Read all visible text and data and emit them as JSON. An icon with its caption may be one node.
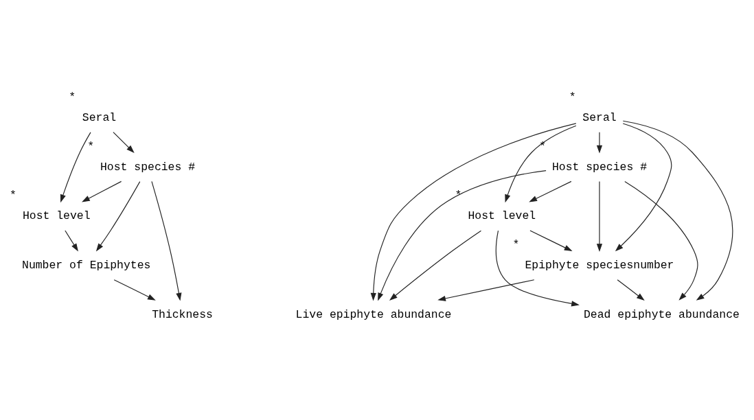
{
  "diagram": {
    "nodes": [
      {
        "text": [
          "Seral"
        ],
        "beside": [
          "*"
        ]
      },
      {
        "text": [
          "Host species #"
        ],
        "beside": [
          "*"
        ]
      },
      {
        "text": [
          "Host level"
        ],
        "beside": [
          "*"
        ]
      },
      {
        "text": [
          "Number of Epiphytes"
        ]
      },
      {
        "text": [
          "Thickness"
        ]
      },
      {
        "text": [
          "Seral"
        ],
        "beside": [
          "*"
        ]
      },
      {
        "text": [
          "Host species #"
        ],
        "beside": [
          "*"
        ]
      },
      {
        "text": [
          "Host level"
        ],
        "beside": [
          "*"
        ]
      },
      {
        "text": [
          "Epiphyte speciesnumber"
        ],
        "beside": [
          "*"
        ]
      },
      {
        "text": [
          "Live epiphyte abundance"
        ]
      },
      {
        "text": [
          "Dead epiphyte abundance"
        ]
      }
    ],
    "edges": [
      {
        "from": 0,
        "to": 1,
        "arrow": "to"
      },
      {
        "from": 0,
        "to": 2,
        "arrow": "to"
      },
      {
        "from": 1,
        "to": 2,
        "arrow": "to"
      },
      {
        "from": 1,
        "to": 3,
        "arrow": "to"
      },
      {
        "from": 2,
        "to": 3,
        "arrow": "to"
      },
      {
        "from": 1,
        "to": 4,
        "arrow": "to"
      },
      {
        "from": 3,
        "to": 4,
        "arrow": "to"
      },
      {
        "from": 5,
        "to": 6,
        "arrow": "to"
      },
      {
        "from": 5,
        "to": 7,
        "arrow": "to"
      },
      {
        "from": 6,
        "to": 7,
        "arrow": "to"
      },
      {
        "from": 5,
        "to": 8,
        "arrow": "to"
      },
      {
        "from": 6,
        "to": 8,
        "arrow": "to"
      },
      {
        "from": 7,
        "to": 8,
        "arrow": "to"
      },
      {
        "from": 5,
        "to": 9,
        "arrow": "to"
      },
      {
        "from": 6,
        "to": 9,
        "arrow": "to"
      },
      {
        "from": 7,
        "to": 9,
        "arrow": "to"
      },
      {
        "from": 8,
        "to": 9,
        "arrow": "to"
      },
      {
        "from": 5,
        "to": 10,
        "arrow": "to"
      },
      {
        "from": 6,
        "to": 10,
        "arrow": "to"
      },
      {
        "from": 7,
        "to": 10,
        "arrow": "to"
      },
      {
        "from": 8,
        "to": 10,
        "arrow": "to"
      }
    ]
  }
}
